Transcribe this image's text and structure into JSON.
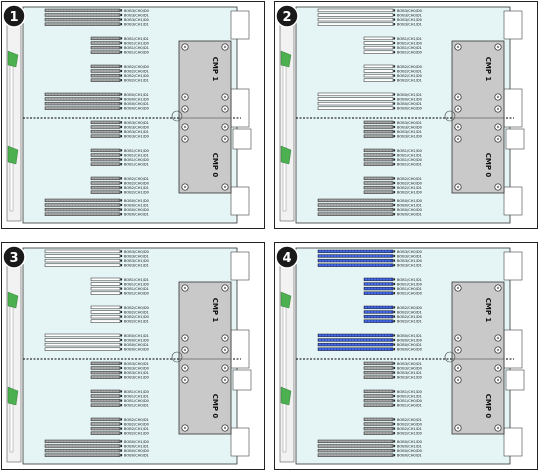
{
  "colors": {
    "board": "#e5f5f6",
    "frame": "#222222",
    "slot_empty": "#ffffff",
    "slot_populated_grey": "#9a9a9a",
    "slot_populated_blue": "#2a4fd6",
    "cmp_plate": "#c9c9c9",
    "latch_green": "#4caf50"
  },
  "icons": [
    "circled-number-icon",
    "screw-icon",
    "latch-icon",
    "connector-icon"
  ],
  "cmp_labels": [
    "CMP 1",
    "CMP 0"
  ],
  "panels": [
    {
      "number": "1",
      "slots": [
        {
          "label": "BOB3/CH0/D0",
          "state": "grey"
        },
        {
          "label": "BOB3/CH0/D1",
          "state": "grey"
        },
        {
          "label": "BOB3/CH1/D0",
          "state": "grey"
        },
        {
          "label": "BOB3/CH1/D1",
          "state": "grey"
        },
        {
          "label": "BOB1/CH1/D1",
          "state": "grey"
        },
        {
          "label": "BOB1/CH1/D0",
          "state": "grey"
        },
        {
          "label": "BOB1/CH0/D1",
          "state": "grey"
        },
        {
          "label": "BOB1/CH0/D0",
          "state": "grey"
        },
        {
          "label": "BOB2/CH0/D0",
          "state": "grey"
        },
        {
          "label": "BOB2/CH0/D1",
          "state": "grey"
        },
        {
          "label": "BOB2/CH1/D0",
          "state": "grey"
        },
        {
          "label": "BOB2/CH1/D1",
          "state": "grey"
        },
        {
          "label": "BOB0/CH1/D1",
          "state": "grey"
        },
        {
          "label": "BOB0/CH1/D0",
          "state": "grey"
        },
        {
          "label": "BOB0/CH0/D1",
          "state": "grey"
        },
        {
          "label": "BOB0/CH0/D0",
          "state": "grey"
        },
        {
          "label": "BOB3/CH0/D1",
          "state": "grey"
        },
        {
          "label": "BOB3/CH0/D0",
          "state": "grey"
        },
        {
          "label": "BOB3/CH1/D1",
          "state": "grey"
        },
        {
          "label": "BOB3/CH1/D0",
          "state": "grey"
        },
        {
          "label": "BOB1/CH1/D0",
          "state": "grey"
        },
        {
          "label": "BOB1/CH1/D1",
          "state": "grey"
        },
        {
          "label": "BOB1/CH0/D0",
          "state": "grey"
        },
        {
          "label": "BOB1/CH0/D1",
          "state": "grey"
        },
        {
          "label": "BOB2/CH0/D1",
          "state": "grey"
        },
        {
          "label": "BOB2/CH0/D0",
          "state": "grey"
        },
        {
          "label": "BOB2/CH1/D1",
          "state": "grey"
        },
        {
          "label": "BOB2/CH1/D0",
          "state": "grey"
        },
        {
          "label": "BOB0/CH1/D0",
          "state": "grey"
        },
        {
          "label": "BOB0/CH1/D1",
          "state": "grey"
        },
        {
          "label": "BOB0/CH0/D0",
          "state": "grey"
        },
        {
          "label": "BOB0/CH0/D1",
          "state": "grey"
        }
      ]
    },
    {
      "number": "2",
      "slots": [
        {
          "label": "BOB3/CH0/D0",
          "state": "empty"
        },
        {
          "label": "BOB3/CH0/D1",
          "state": "empty"
        },
        {
          "label": "BOB3/CH1/D0",
          "state": "empty"
        },
        {
          "label": "BOB3/CH1/D1",
          "state": "empty"
        },
        {
          "label": "BOB1/CH1/D1",
          "state": "empty"
        },
        {
          "label": "BOB1/CH1/D0",
          "state": "empty"
        },
        {
          "label": "BOB1/CH0/D1",
          "state": "empty"
        },
        {
          "label": "BOB1/CH0/D0",
          "state": "empty"
        },
        {
          "label": "BOB2/CH0/D0",
          "state": "empty"
        },
        {
          "label": "BOB2/CH0/D1",
          "state": "empty"
        },
        {
          "label": "BOB2/CH1/D0",
          "state": "empty"
        },
        {
          "label": "BOB2/CH1/D1",
          "state": "empty"
        },
        {
          "label": "BOB0/CH1/D1",
          "state": "empty"
        },
        {
          "label": "BOB0/CH1/D0",
          "state": "empty"
        },
        {
          "label": "BOB0/CH0/D1",
          "state": "empty"
        },
        {
          "label": "BOB0/CH0/D0",
          "state": "empty"
        },
        {
          "label": "BOB3/CH0/D1",
          "state": "grey"
        },
        {
          "label": "BOB3/CH0/D0",
          "state": "grey"
        },
        {
          "label": "BOB3/CH1/D1",
          "state": "grey"
        },
        {
          "label": "BOB3/CH1/D0",
          "state": "grey"
        },
        {
          "label": "BOB1/CH1/D0",
          "state": "grey"
        },
        {
          "label": "BOB1/CH1/D1",
          "state": "grey"
        },
        {
          "label": "BOB1/CH0/D0",
          "state": "grey"
        },
        {
          "label": "BOB1/CH0/D1",
          "state": "grey"
        },
        {
          "label": "BOB2/CH0/D1",
          "state": "grey"
        },
        {
          "label": "BOB2/CH0/D0",
          "state": "grey"
        },
        {
          "label": "BOB2/CH1/D1",
          "state": "grey"
        },
        {
          "label": "BOB2/CH1/D0",
          "state": "grey"
        },
        {
          "label": "BOB0/CH1/D0",
          "state": "grey"
        },
        {
          "label": "BOB0/CH1/D1",
          "state": "grey"
        },
        {
          "label": "BOB0/CH0/D0",
          "state": "grey"
        },
        {
          "label": "BOB0/CH0/D1",
          "state": "grey"
        }
      ]
    },
    {
      "number": "3",
      "slots": [
        {
          "label": "BOB3/CH0/D0",
          "state": "empty"
        },
        {
          "label": "BOB3/CH0/D1",
          "state": "empty"
        },
        {
          "label": "BOB3/CH1/D0",
          "state": "empty"
        },
        {
          "label": "BOB3/CH1/D1",
          "state": "empty"
        },
        {
          "label": "BOB1/CH1/D1",
          "state": "empty"
        },
        {
          "label": "BOB1/CH1/D0",
          "state": "empty"
        },
        {
          "label": "BOB1/CH0/D1",
          "state": "empty"
        },
        {
          "label": "BOB1/CH0/D0",
          "state": "empty"
        },
        {
          "label": "BOB2/CH0/D0",
          "state": "empty"
        },
        {
          "label": "BOB2/CH0/D1",
          "state": "empty"
        },
        {
          "label": "BOB2/CH1/D0",
          "state": "empty"
        },
        {
          "label": "BOB2/CH1/D1",
          "state": "empty"
        },
        {
          "label": "BOB0/CH1/D1",
          "state": "empty"
        },
        {
          "label": "BOB0/CH1/D0",
          "state": "empty"
        },
        {
          "label": "BOB0/CH0/D1",
          "state": "empty"
        },
        {
          "label": "BOB0/CH0/D0",
          "state": "empty"
        },
        {
          "label": "BOB3/CH0/D1",
          "state": "grey"
        },
        {
          "label": "BOB3/CH0/D0",
          "state": "grey"
        },
        {
          "label": "BOB3/CH1/D1",
          "state": "grey"
        },
        {
          "label": "BOB3/CH1/D0",
          "state": "grey"
        },
        {
          "label": "BOB1/CH1/D0",
          "state": "grey"
        },
        {
          "label": "BOB1/CH1/D1",
          "state": "grey"
        },
        {
          "label": "BOB1/CH0/D0",
          "state": "grey"
        },
        {
          "label": "BOB1/CH0/D1",
          "state": "grey"
        },
        {
          "label": "BOB2/CH0/D1",
          "state": "grey"
        },
        {
          "label": "BOB2/CH0/D0",
          "state": "grey"
        },
        {
          "label": "BOB2/CH1/D1",
          "state": "grey"
        },
        {
          "label": "BOB2/CH1/D0",
          "state": "grey"
        },
        {
          "label": "BOB0/CH1/D0",
          "state": "grey"
        },
        {
          "label": "BOB0/CH1/D1",
          "state": "grey"
        },
        {
          "label": "BOB0/CH0/D0",
          "state": "grey"
        },
        {
          "label": "BOB0/CH0/D1",
          "state": "grey"
        }
      ]
    },
    {
      "number": "4",
      "slots": [
        {
          "label": "BOB3/CH0/D0",
          "state": "blue"
        },
        {
          "label": "BOB3/CH0/D1",
          "state": "blue"
        },
        {
          "label": "BOB3/CH1/D0",
          "state": "blue"
        },
        {
          "label": "BOB3/CH1/D1",
          "state": "blue"
        },
        {
          "label": "BOB1/CH1/D1",
          "state": "blue"
        },
        {
          "label": "BOB1/CH1/D0",
          "state": "blue"
        },
        {
          "label": "BOB1/CH0/D1",
          "state": "blue"
        },
        {
          "label": "BOB1/CH0/D0",
          "state": "blue"
        },
        {
          "label": "BOB2/CH0/D0",
          "state": "blue"
        },
        {
          "label": "BOB2/CH0/D1",
          "state": "blue"
        },
        {
          "label": "BOB2/CH1/D0",
          "state": "blue"
        },
        {
          "label": "BOB2/CH1/D1",
          "state": "blue"
        },
        {
          "label": "BOB0/CH1/D1",
          "state": "blue"
        },
        {
          "label": "BOB0/CH1/D0",
          "state": "blue"
        },
        {
          "label": "BOB0/CH0/D1",
          "state": "blue"
        },
        {
          "label": "BOB0/CH0/D0",
          "state": "blue"
        },
        {
          "label": "BOB3/CH0/D1",
          "state": "grey"
        },
        {
          "label": "BOB3/CH0/D0",
          "state": "grey"
        },
        {
          "label": "BOB3/CH1/D1",
          "state": "grey"
        },
        {
          "label": "BOB3/CH1/D0",
          "state": "grey"
        },
        {
          "label": "BOB1/CH1/D0",
          "state": "grey"
        },
        {
          "label": "BOB1/CH1/D1",
          "state": "grey"
        },
        {
          "label": "BOB1/CH0/D0",
          "state": "grey"
        },
        {
          "label": "BOB1/CH0/D1",
          "state": "grey"
        },
        {
          "label": "BOB2/CH0/D1",
          "state": "grey"
        },
        {
          "label": "BOB2/CH0/D0",
          "state": "grey"
        },
        {
          "label": "BOB2/CH1/D1",
          "state": "grey"
        },
        {
          "label": "BOB2/CH1/D0",
          "state": "grey"
        },
        {
          "label": "BOB0/CH1/D0",
          "state": "grey"
        },
        {
          "label": "BOB0/CH1/D1",
          "state": "grey"
        },
        {
          "label": "BOB0/CH0/D0",
          "state": "grey"
        },
        {
          "label": "BOB0/CH0/D1",
          "state": "grey"
        }
      ]
    }
  ]
}
